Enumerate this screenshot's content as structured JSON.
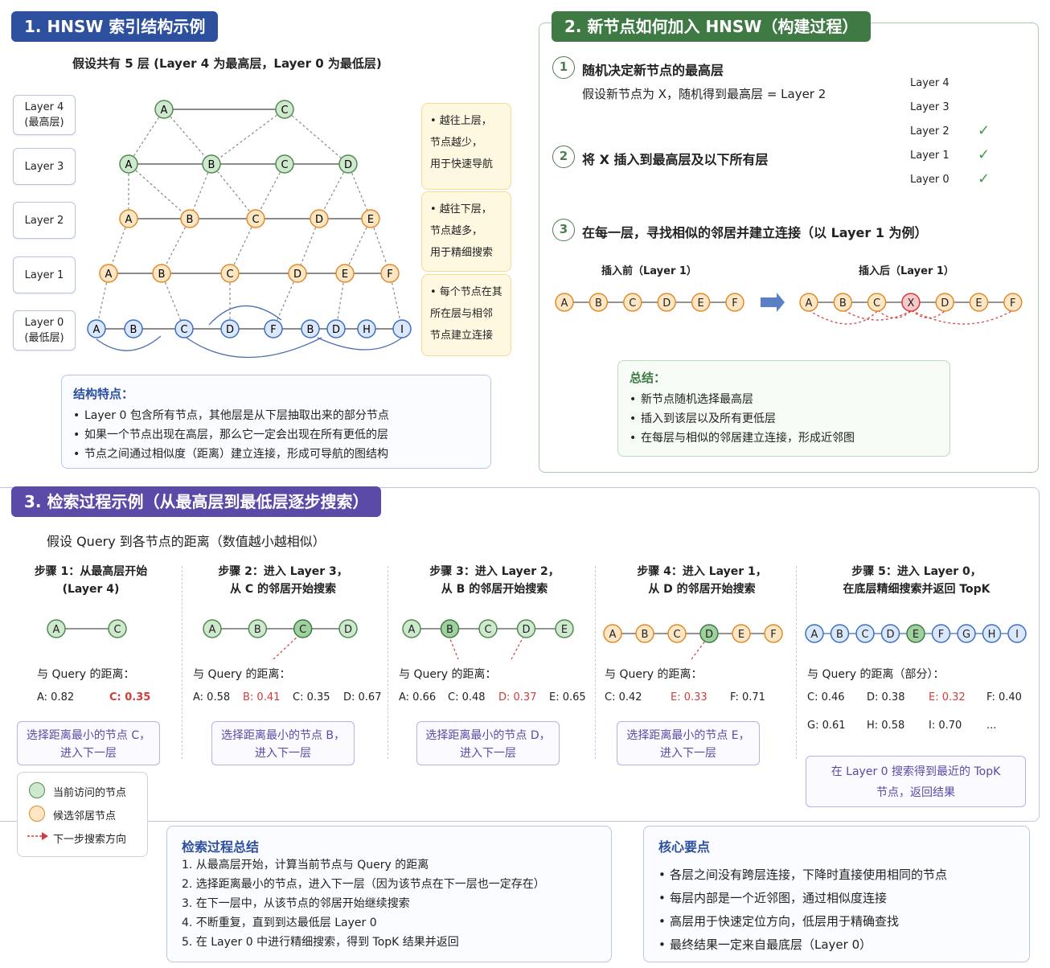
{
  "section1": {
    "title": "1. HNSW 索引结构示例",
    "subtitle": "假设共有 5 层 (Layer 4 为最高层，Layer 0 为最低层)",
    "layers": [
      {
        "name": "Layer 4",
        "sub": "(最高层)"
      },
      {
        "name": "Layer 3",
        "sub": ""
      },
      {
        "name": "Layer 2",
        "sub": ""
      },
      {
        "name": "Layer 1",
        "sub": ""
      },
      {
        "name": "Layer 0",
        "sub": "(最低层)"
      }
    ],
    "notes": [
      "• 越往上层，\n节点越少，\n用于快速导航",
      "• 越往下层，\n节点越多，\n用于精细搜索",
      "• 每个节点在其\n所在层与相邻\n节点建立连接"
    ],
    "features_title": "结构特点：",
    "features": [
      "Layer 0 包含所有节点，其他层是从下层抽取出来的部分节点",
      "如果一个节点出现在高层，那么它一定会出现在所有更低的层",
      "节点之间通过相似度（距离）建立连接，形成可导航的图结构"
    ]
  },
  "section2": {
    "title": "2. 新节点如何加入 HNSW（构建过程）",
    "steps": [
      {
        "num": "1",
        "title": "随机决定新节点的最高层",
        "desc": "假设新节点为 X，随机得到最高层 = Layer 2"
      },
      {
        "num": "2",
        "title": "将 X 插入到最高层及以下所有层",
        "desc": ""
      },
      {
        "num": "3",
        "title": "在每一层，寻找相似的邻居并建立连接（以 Layer 1 为例）",
        "desc": ""
      }
    ],
    "layer_checks": [
      {
        "label": "Layer 4",
        "check": false
      },
      {
        "label": "Layer 3",
        "check": false
      },
      {
        "label": "Layer 2",
        "check": true
      },
      {
        "label": "Layer 1",
        "check": true
      },
      {
        "label": "Layer 0",
        "check": true
      }
    ],
    "check_mark": "✓",
    "before_label": "插入前（Layer 1）",
    "after_label": "插入后（Layer 1）",
    "before_nodes": [
      "A",
      "B",
      "C",
      "D",
      "E",
      "F"
    ],
    "after_nodes": [
      "A",
      "B",
      "C",
      "X",
      "D",
      "E",
      "F"
    ],
    "summary_title": "总结：",
    "summary": [
      "新节点随机选择最高层",
      "插入到该层以及所有更低层",
      "在每层与相似的邻居建立连接，形成近邻图"
    ]
  },
  "section3": {
    "title": "3. 检索过程示例（从最高层到最低层逐步搜索）",
    "subtitle": "假设 Query 到各节点的距离（数值越小越相似）",
    "steps": [
      {
        "title": "步骤 1：从最高层开始\n(Layer 4)",
        "nodes": [
          "A",
          "C"
        ],
        "dist_label": "与 Query 的距离：",
        "dists": [
          {
            "t": "A: 0.82",
            "hl": false
          },
          {
            "t": "C: 0.35",
            "hl": true
          }
        ],
        "choice": "选择距离最小的节点 C，\n进入下一层"
      },
      {
        "title": "步骤 2：进入 Layer 3，\n从 C 的邻居开始搜索",
        "nodes": [
          "A",
          "B",
          "C",
          "D"
        ],
        "dist_label": "与 Query 的距离：",
        "dists": [
          {
            "t": "A: 0.58",
            "hl": false
          },
          {
            "t": "B: 0.41",
            "hl": true
          },
          {
            "t": "C: 0.35",
            "hl": false
          },
          {
            "t": "D: 0.67",
            "hl": false
          }
        ],
        "choice": "选择距离最小的节点 B，\n进入下一层"
      },
      {
        "title": "步骤 3：进入 Layer 2，\n从 B 的邻居开始搜索",
        "nodes": [
          "A",
          "B",
          "C",
          "D",
          "E"
        ],
        "dist_label": "与 Query 的距离：",
        "dists": [
          {
            "t": "A: 0.66",
            "hl": false
          },
          {
            "t": "C: 0.48",
            "hl": false
          },
          {
            "t": "D: 0.37",
            "hl": true
          },
          {
            "t": "E: 0.65",
            "hl": false
          }
        ],
        "choice": "选择距离最小的节点 D，\n进入下一层"
      },
      {
        "title": "步骤 4：进入 Layer 1，\n从 D 的邻居开始搜索",
        "nodes": [
          "A",
          "B",
          "C",
          "D",
          "E",
          "F"
        ],
        "dist_label": "与 Query 的距离：",
        "dists": [
          {
            "t": "C: 0.42",
            "hl": false
          },
          {
            "t": "E: 0.33",
            "hl": true
          },
          {
            "t": "F: 0.71",
            "hl": false
          }
        ],
        "choice": "选择距离最小的节点 E，\n进入下一层"
      },
      {
        "title": "步骤 5：进入 Layer 0，\n在底层精细搜索并返回 TopK",
        "nodes": [
          "A",
          "B",
          "C",
          "D",
          "E",
          "F",
          "G",
          "H",
          "I"
        ],
        "dist_label": "与 Query 的距离（部分）：",
        "dists": [
          {
            "t": "C: 0.46",
            "hl": false
          },
          {
            "t": "D: 0.38",
            "hl": false
          },
          {
            "t": "E: 0.32",
            "hl": true
          },
          {
            "t": "F: 0.40",
            "hl": false
          }
        ],
        "dists2": [
          {
            "t": "G: 0.61",
            "hl": false
          },
          {
            "t": "H: 0.58",
            "hl": false
          },
          {
            "t": "I: 0.70",
            "hl": false
          },
          {
            "t": "...",
            "hl": false
          }
        ],
        "choice": "在 Layer 0 搜索得到最近的 TopK\n节点，返回结果"
      }
    ],
    "legend": [
      {
        "label": "当前访问的节点"
      },
      {
        "label": "候选邻居节点"
      },
      {
        "label": "下一步搜索方向"
      }
    ],
    "process_title": "检索过程总结",
    "process": [
      "1.  从最高层开始，计算当前节点与 Query 的距离",
      "2.  选择距离最小的节点，进入下一层（因为该节点在下一层也一定存在）",
      "3.  在下一层中，从该节点的邻居开始继续搜索",
      "4.  不断重复，直到到达最低层 Layer 0",
      "5.  在 Layer 0 中进行精细搜索，得到 TopK 结果并返回"
    ],
    "key_title": "核心要点",
    "key_points": [
      "各层之间没有跨层连接，下降时直接使用相同的节点",
      "每层内部是一个近邻图，通过相似度连接",
      "高层用于快速定位方向，低层用于精确查找",
      "最终结果一定来自最底层（Layer 0）"
    ]
  },
  "colors": {
    "blue_banner": "#2c4f9e",
    "green_banner": "#3f7a44",
    "purple_banner": "#5b4aa8",
    "green_node_fill": "#cfe9cf",
    "green_node_stroke": "#4f8a4f",
    "orange_node_fill": "#fde6c4",
    "orange_node_stroke": "#e08a2a",
    "blue_node_fill": "#dbe7fb",
    "blue_node_stroke": "#3b6fc4",
    "red": "#d23b3b"
  }
}
